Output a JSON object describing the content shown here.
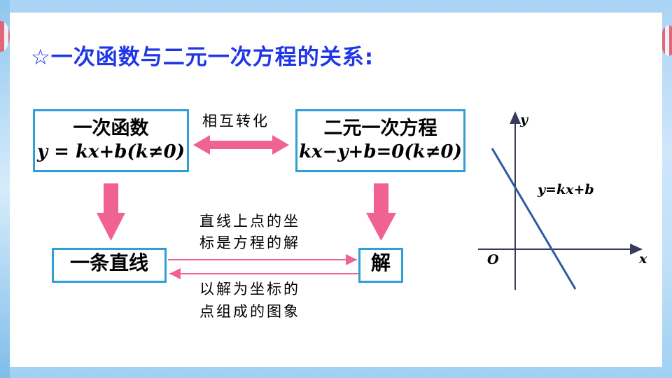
{
  "title": "☆一次函数与二元一次方程的关系:",
  "left_box": {
    "line1": "一次函数",
    "line2": "y = kx+b(k≠0)"
  },
  "right_box": {
    "line1": "二元一次方程",
    "line2": "kx−y+b=0(k≠0)"
  },
  "line_box": "一条直线",
  "solution_box": "解",
  "mutual_label": "相互转化",
  "right_arrow_label": [
    "直线上点的坐",
    "标是方程的解"
  ],
  "left_arrow_label": [
    "以解为坐标的",
    "点组成的图象"
  ],
  "graph": {
    "y_label": "y",
    "x_label": "x",
    "origin_label": "O",
    "line_label": "y=kx+b"
  },
  "colors": {
    "title": "#1f36e6",
    "box_border": "#2f9fd5",
    "arrow": "#f06292"
  }
}
